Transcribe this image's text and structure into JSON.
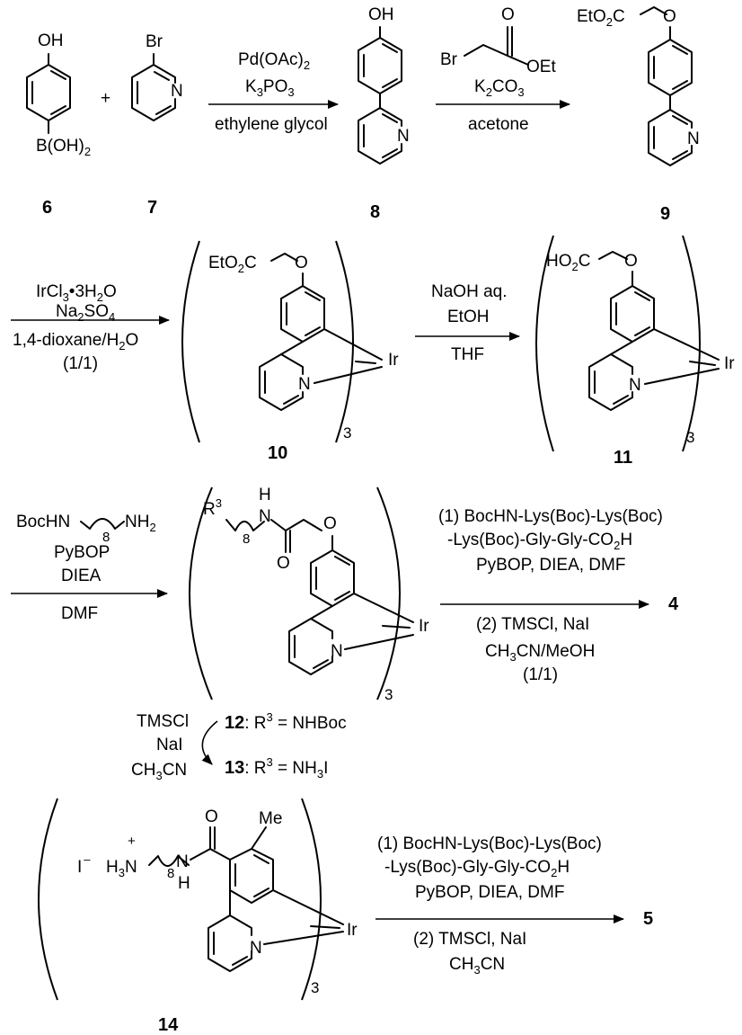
{
  "compounds": {
    "c6": "6",
    "c7": "7",
    "c8": "8",
    "c9": "9",
    "c10": "10",
    "c11": "11",
    "c12": "12",
    "c13": "13",
    "c14": "14",
    "p4": "4",
    "p5": "5"
  },
  "atoms": {
    "OH": "OH",
    "Br": "Br",
    "N": "N",
    "O": "O",
    "Ir": "Ir",
    "Me": "Me",
    "H": "H",
    "B_OH": "B(OH)",
    "EtO2C": "EtO",
    "HO2C": "HO",
    "OEt": "OEt",
    "BocHN": "BocHN",
    "NH2": "NH",
    "R3": "R",
    "H3N": "H",
    "I_minus": "I"
  },
  "subscripts": {
    "two": "2",
    "three": "3",
    "eight": "8"
  },
  "plus": "+",
  "step1": {
    "line1": "Pd(OAc)",
    "line2": "K",
    "line2b": "PO",
    "below": "ethylene glycol"
  },
  "step2": {
    "line1": "K",
    "line1b": "CO",
    "below": "acetone"
  },
  "step3": {
    "line1": "IrCl",
    "line1b": "•3H",
    "line1c": "O",
    "line2": "Na",
    "line2b": "SO",
    "below1": "1,4-dioxane/H",
    "below1b": "O",
    "below2": "(1/1)"
  },
  "step4": {
    "line1": "NaOH aq.",
    "line2": "EtOH",
    "below": "THF"
  },
  "step5": {
    "line1": "PyBOP",
    "line2": "DIEA",
    "below": "DMF"
  },
  "step6": {
    "above1": "(1) BocHN-Lys(Boc)-Lys(Boc)",
    "above2": "-Lys(Boc)-Gly-Gly-CO",
    "above2b": "H",
    "above3": "PyBOP, DIEA, DMF",
    "below1": "(2) TMSCl, NaI",
    "below2": "CH",
    "below2b": "CN/MeOH",
    "below3": "(1/1)"
  },
  "step7": {
    "line1": "TMSCl",
    "line2": "NaI",
    "line3": "CH",
    "line3b": "CN"
  },
  "label12": {
    "rest": ": R",
    "eq": " = NHBoc"
  },
  "label13": {
    "rest": ": R",
    "eq": " = NH",
    "tail": "I"
  },
  "step8": {
    "above1": "(1) BocHN-Lys(Boc)-Lys(Boc)",
    "above2": "-Lys(Boc)-Gly-Gly-CO",
    "above2b": "H",
    "above3": "PyBOP, DIEA, DMF",
    "below1": "(2) TMSCl, NaI",
    "below2": "CH",
    "below2b": "CN"
  },
  "charges": {
    "minus": "–",
    "plus": "+"
  }
}
